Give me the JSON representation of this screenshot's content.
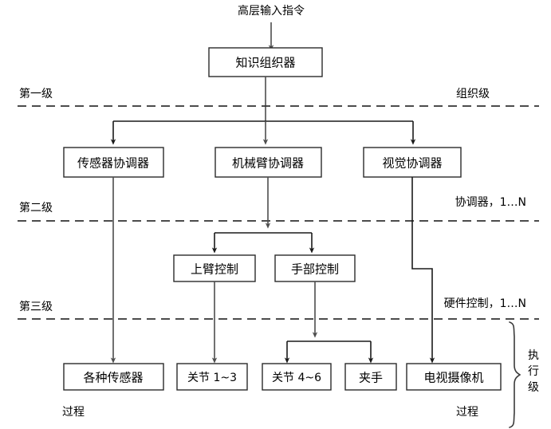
{
  "diagram": {
    "title_node": {
      "label": "知识组织器"
    },
    "top_input": {
      "label": "高层输入指令"
    },
    "levels": [
      {
        "name": "第一级",
        "right_label": "组织级"
      },
      {
        "name": "第二级",
        "right_label": "协调器，1…N"
      },
      {
        "name": "第三级",
        "right_label": "硬件控制，1…N"
      }
    ],
    "coordinators": [
      {
        "label": "传感器协调器"
      },
      {
        "label": "机械臂协调器"
      },
      {
        "label": "视觉协调器"
      }
    ],
    "controllers": [
      {
        "label": "上臂控制"
      },
      {
        "label": "手部控制"
      }
    ],
    "actuators": [
      {
        "label": "各种传感器"
      },
      {
        "label": "关节 1~3"
      },
      {
        "label": "关节 4~6"
      },
      {
        "label": "夹手"
      },
      {
        "label": "电视摄像机"
      }
    ],
    "process_labels": [
      {
        "label": "过程"
      },
      {
        "label": "过程"
      }
    ],
    "brace_label": {
      "chars": [
        "执",
        "行",
        "级"
      ],
      "text": "执行级"
    },
    "colors": {
      "background": "#ffffff",
      "box_stroke": "#2b2b2b",
      "edge": "#4d4d4d",
      "divider": "#333333",
      "text": "#000000"
    }
  }
}
